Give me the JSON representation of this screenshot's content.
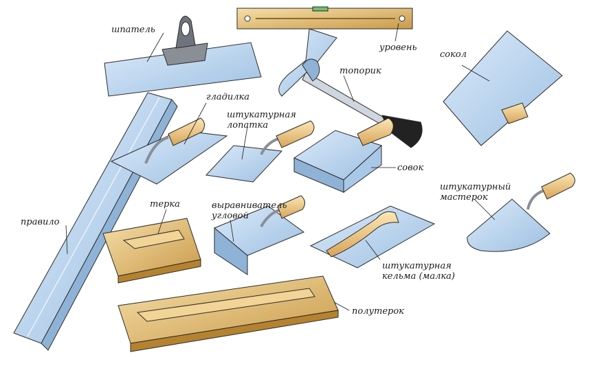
{
  "labels": {
    "shpatel": "шпатель",
    "uroven": "уровень",
    "toporik": "топорик",
    "sokol": "сокол",
    "gladilka": "гладилка",
    "lopatka": "штукатурная\nлопатка",
    "sovok": "совок",
    "pravilo": "правило",
    "terka": "терка",
    "vyravnivatel": "выравниватель\nугловой",
    "kelma": "штукатурная\nкельма (малка)",
    "masterok": "штукатурный\nмастерок",
    "poluterok": "полутерок"
  },
  "colors": {
    "steel": "#b8d4ee",
    "steel_dark": "#8fb3d6",
    "wood": "#e8c98a",
    "wood_dark": "#c99a4a",
    "outline": "#2a2a2a"
  }
}
